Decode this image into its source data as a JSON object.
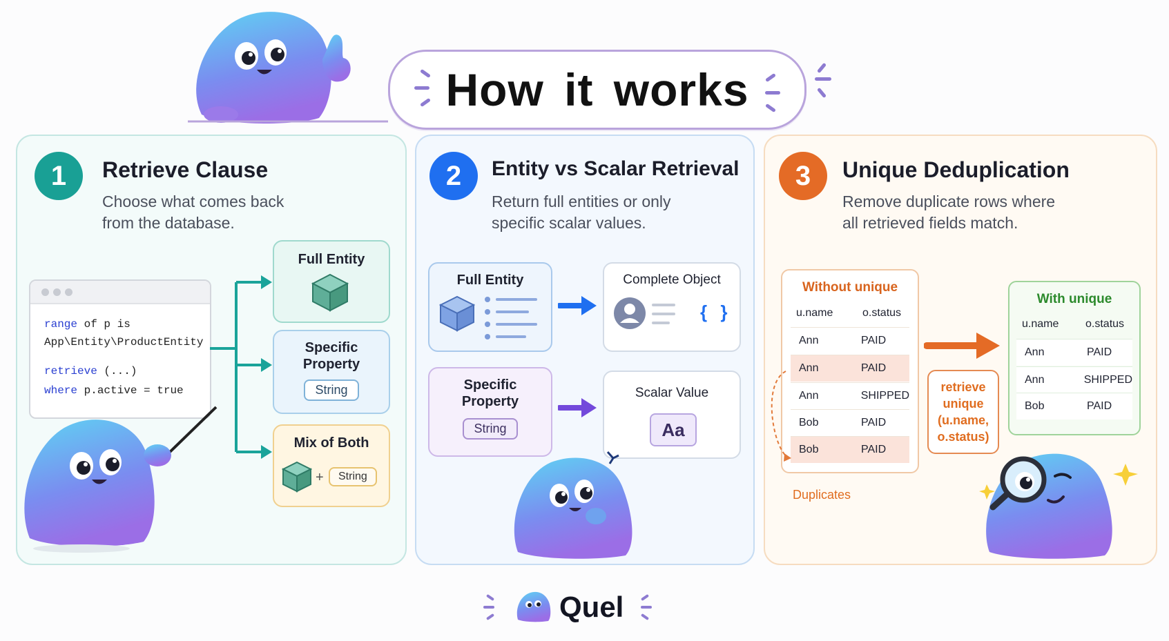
{
  "title": "How it works",
  "steps": [
    {
      "number": "1",
      "title": "Retrieve Clause",
      "desc_line1": "Choose what comes back",
      "desc_line2": "from the database.",
      "code": {
        "line1_kw": "range",
        "line1_rest": " of p is",
        "line2": "App\\Entity\\ProductEntity",
        "line3_kw": "retrieve",
        "line3_rest": " (...)",
        "line4_kw": "where",
        "line4_rest": " p.active = true"
      },
      "options": {
        "full_entity": "Full Entity",
        "specific_property_line1": "Specific",
        "specific_property_line2": "Property",
        "string_chip": "String",
        "mix": "Mix of Both",
        "plus": "+",
        "mix_chip": "String"
      },
      "color": "#1aa39a"
    },
    {
      "number": "2",
      "title": "Entity vs Scalar Retrieval",
      "desc_line1": "Return full entities or only",
      "desc_line2": "specific scalar values.",
      "left_top": "Full Entity",
      "left_bottom_line1": "Specific",
      "left_bottom_line2": "Property",
      "left_bottom_chip": "String",
      "right_top": "Complete Object",
      "right_top_braces": "{ }",
      "right_bottom": "Scalar Value",
      "right_bottom_chip": "Aa",
      "color": "#1f6ff0"
    },
    {
      "number": "3",
      "title": "Unique Deduplication",
      "desc_line1": "Remove duplicate rows where",
      "desc_line2": "all retrieved fields match.",
      "without": {
        "title": "Without unique",
        "headers": [
          "u.name",
          "o.status"
        ],
        "rows": [
          [
            "Ann",
            "PAID"
          ],
          [
            "Ann",
            "PAID"
          ],
          [
            "Ann",
            "SHIPPED"
          ],
          [
            "Bob",
            "PAID"
          ],
          [
            "Bob",
            "PAID"
          ]
        ]
      },
      "duplicates_label": "Duplicates",
      "retrieve_box": [
        "retrieve",
        "unique",
        "(u.name,",
        "o.status)"
      ],
      "with": {
        "title": "With unique",
        "headers": [
          "u.name",
          "o.status"
        ],
        "rows": [
          [
            "Ann",
            "PAID"
          ],
          [
            "Ann",
            "SHIPPED"
          ],
          [
            "Bob",
            "PAID"
          ]
        ]
      },
      "color": "#e46b26"
    }
  ],
  "brand": "Quel"
}
